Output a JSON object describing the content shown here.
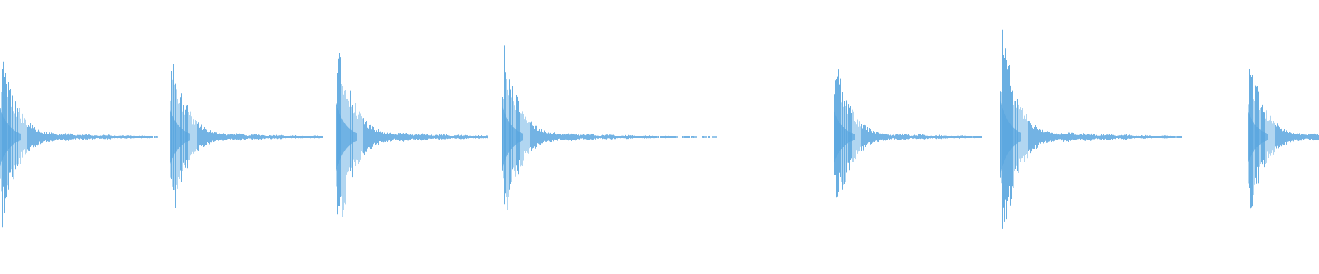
{
  "waveform": {
    "colors": {
      "wave": "#5aa6df",
      "wave_light": "#a9d1f0",
      "background": "#ffffff"
    },
    "hits": [
      {
        "peak": 0.7,
        "negative_peak": 0.7,
        "tail": "long"
      },
      {
        "peak": 0.69,
        "negative_peak": 0.69,
        "tail": "long"
      },
      {
        "peak": 0.82,
        "negative_peak": 0.82,
        "tail": "long"
      },
      {
        "peak": 0.74,
        "negative_peak": 0.74,
        "tail": "extra-long"
      },
      {
        "peak": 0.62,
        "negative_peak": 0.62,
        "tail": "long"
      },
      {
        "peak": 0.88,
        "negative_peak": 0.88,
        "tail": "long"
      },
      {
        "peak": 0.65,
        "negative_peak": 0.65,
        "tail": "cut-off"
      }
    ]
  }
}
